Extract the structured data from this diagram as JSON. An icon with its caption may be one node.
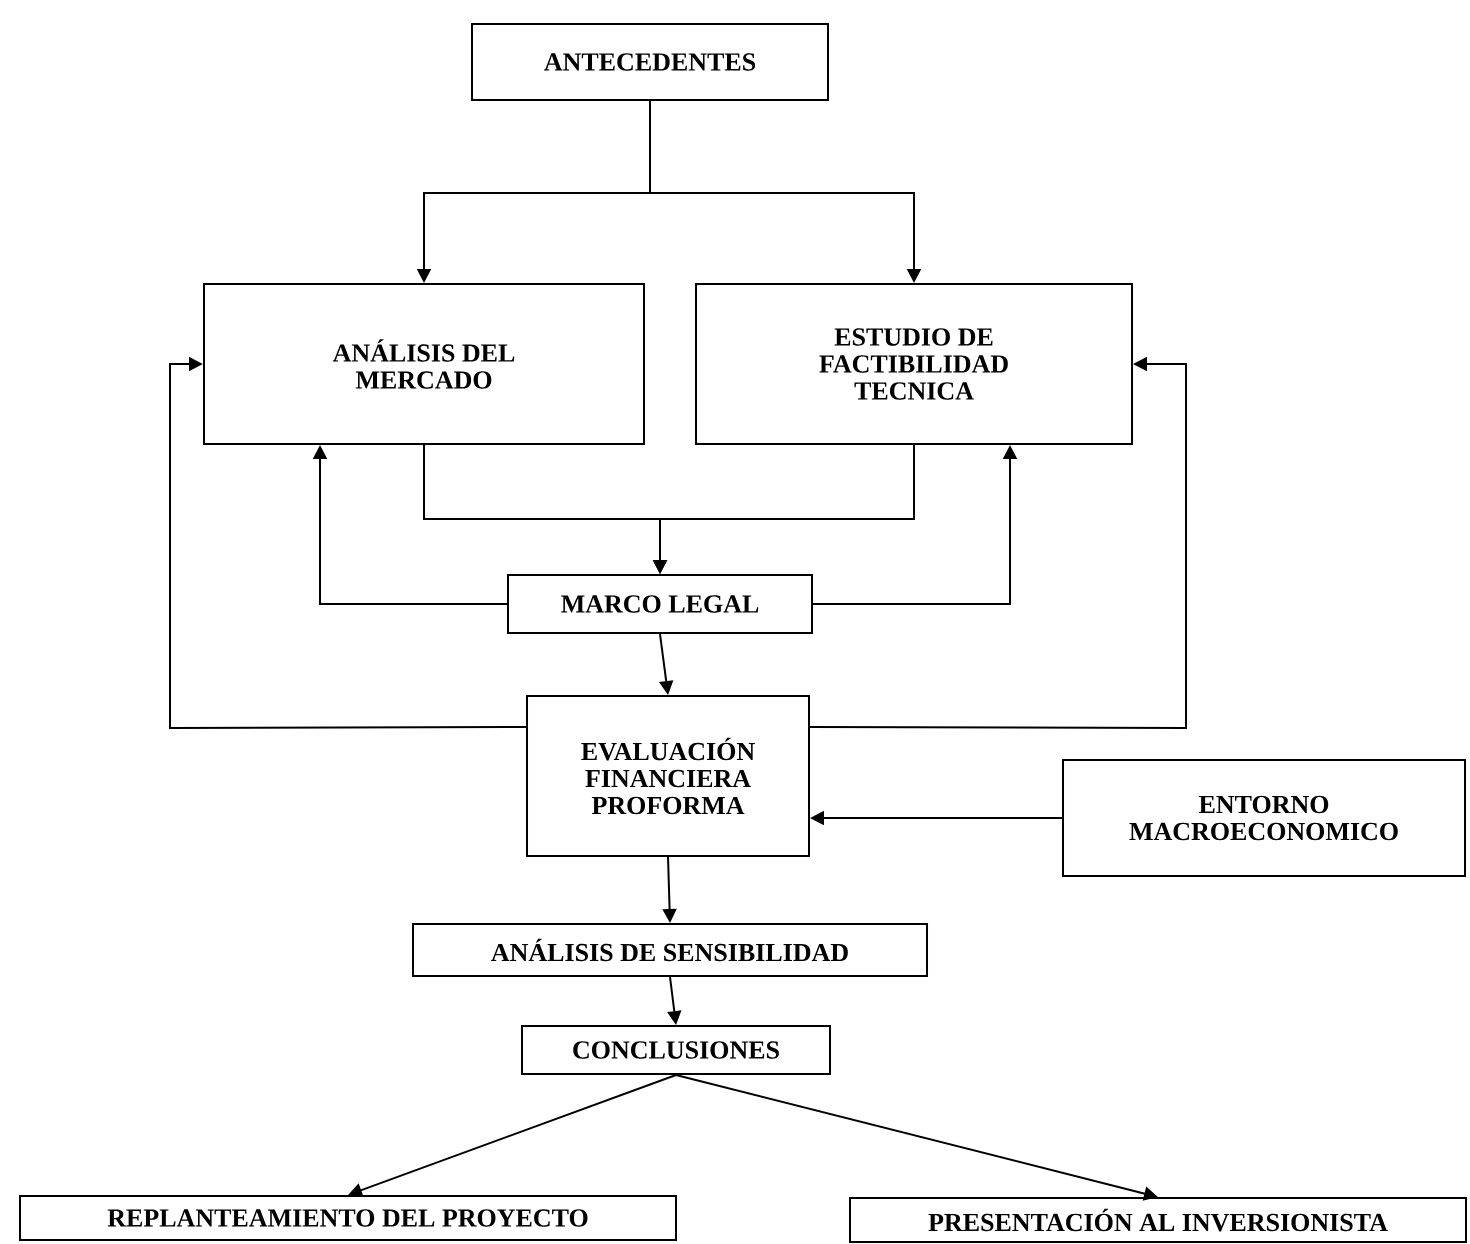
{
  "diagram": {
    "nodes": [
      {
        "text": [
          "ANTECEDENTES"
        ]
      },
      {
        "text": [
          "ANÁLISIS DEL MERCADO"
        ]
      },
      {
        "text": [
          "ESTUDIO DE FACTIBILIDAD TECNICA"
        ]
      },
      {
        "text": [
          "MARCO LEGAL"
        ]
      },
      {
        "text": [
          "EVALUACIÓN FINANCIERA PROFORMA"
        ]
      },
      {
        "text": [
          "ENTORNO MACROECONOMICO"
        ]
      },
      {
        "text": [
          "ANÁLISIS DE SENSIBILIDAD"
        ]
      },
      {
        "text": [
          "CONCLUSIONES"
        ]
      },
      {
        "text": [
          "REPLANTEAMIENTO DEL PROYECTO"
        ]
      },
      {
        "text": [
          "PRESENTACIÓN AL INVERSIONISTA"
        ]
      }
    ],
    "edges": [
      {
        "from": 0,
        "to": 1,
        "arrow": "to"
      },
      {
        "from": 0,
        "to": 2,
        "arrow": "to"
      },
      {
        "from": 1,
        "to": 3,
        "arrow": "to"
      },
      {
        "from": 2,
        "to": 3,
        "arrow": "to"
      },
      {
        "from": 3,
        "to": 1,
        "arrow": "to"
      },
      {
        "from": 3,
        "to": 2,
        "arrow": "to"
      },
      {
        "from": 3,
        "to": 4,
        "arrow": "to"
      },
      {
        "from": 4,
        "to": 1,
        "arrow": "to"
      },
      {
        "from": 4,
        "to": 2,
        "arrow": "to"
      },
      {
        "from": 5,
        "to": 4,
        "arrow": "to"
      },
      {
        "from": 4,
        "to": 6,
        "arrow": "to"
      },
      {
        "from": 6,
        "to": 7,
        "arrow": "to"
      },
      {
        "from": 7,
        "to": 8,
        "arrow": "to"
      },
      {
        "from": 7,
        "to": 9,
        "arrow": "to"
      }
    ]
  }
}
